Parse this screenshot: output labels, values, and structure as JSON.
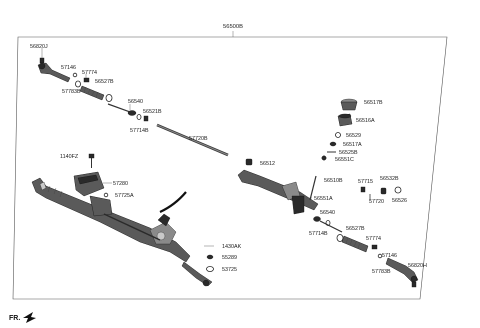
{
  "diagram": {
    "assembly": "56500B",
    "orientation": "FR.",
    "labels": {
      "l_56820J": "56820J",
      "l_57146a": "57146",
      "l_57774a": "57774",
      "l_56527Ba": "56527B",
      "l_57783Ba": "57783B",
      "l_56540a": "56540",
      "l_56521B": "56521B",
      "l_57714Ba": "57714B",
      "l_57720B": "57720B",
      "l_1140FZ": "1140FZ",
      "l_57280": "57280",
      "l_57725A": "57725A",
      "l_1430AK": "1430AK",
      "l_55289": "55289",
      "l_53725": "53725",
      "l_56517B": "56517B",
      "l_56516A": "56516A",
      "l_56529": "56529",
      "l_56517A": "56517A",
      "l_56525B": "56525B",
      "l_56551C": "56551C",
      "l_56512": "56512",
      "l_56510B": "56510B",
      "l_57715": "57715",
      "l_56532B": "56532B",
      "l_56551A": "56551A",
      "l_57720": "57720",
      "l_56526": "56526",
      "l_56540b": "56540",
      "l_57714Bb": "57714B",
      "l_56527Bb": "56527B",
      "l_57774b": "57774",
      "l_57146b": "57146",
      "l_56820H": "56820H",
      "l_57783Bb": "57783B"
    }
  }
}
